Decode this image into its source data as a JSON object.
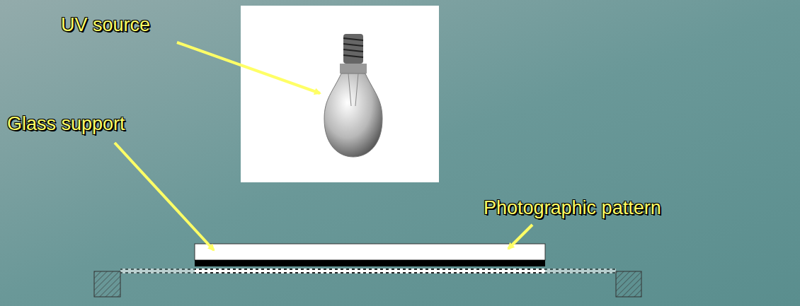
{
  "diagram": {
    "labels": [
      "UV source",
      "Glass support",
      "Photographic pattern"
    ]
  }
}
